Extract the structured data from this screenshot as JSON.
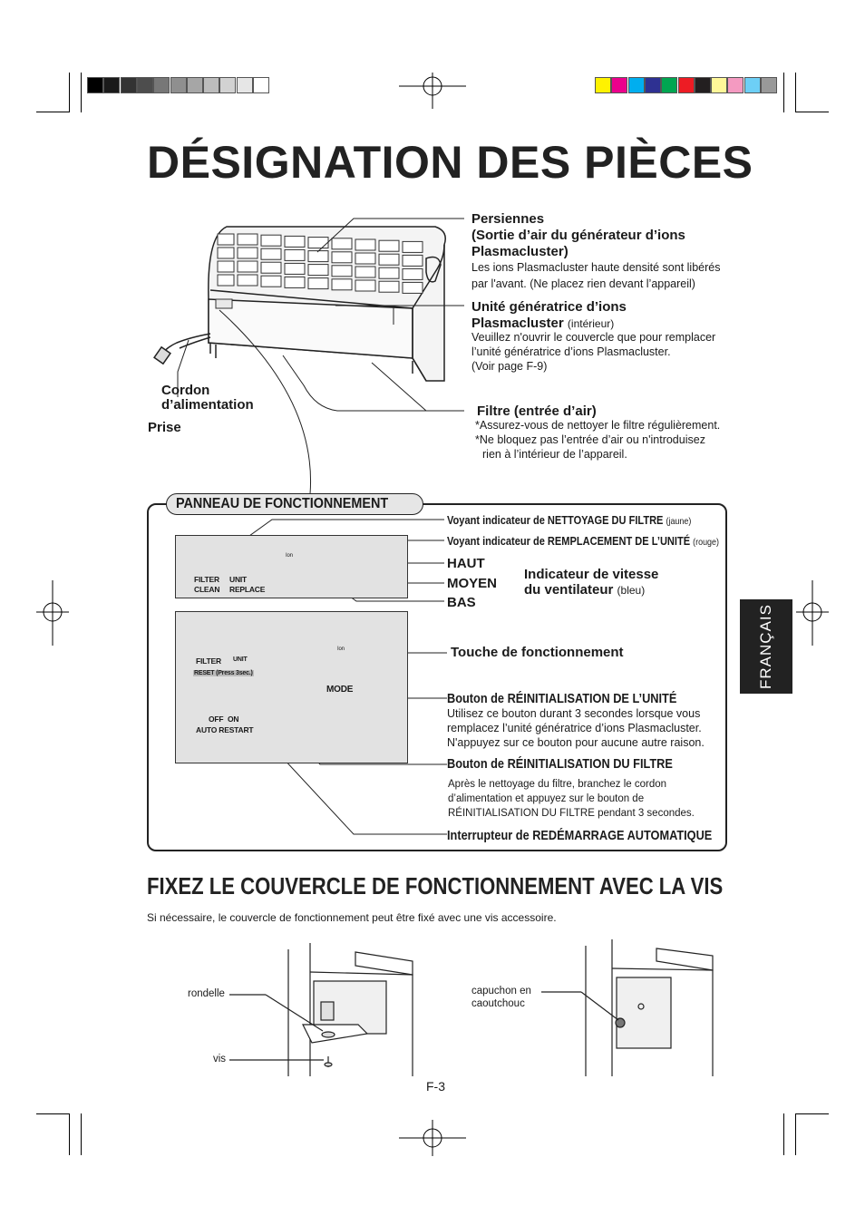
{
  "title": "DÉSIGNATION DES PIÈCES",
  "colors": {
    "gray_swatches": [
      "#000000",
      "#1a1a1a",
      "#333333",
      "#4d4d4d",
      "#777777",
      "#8f8f8f",
      "#a6a6a6",
      "#bcbcbc",
      "#d2d2d2",
      "#e6e6e6",
      "#ffffff"
    ],
    "color_swatches": [
      "#fff200",
      "#ec008c",
      "#00aeef",
      "#2e3192",
      "#00a651",
      "#ed1c24",
      "#231f20",
      "#fff799",
      "#f49ac1",
      "#6dcff6",
      "#999999"
    ]
  },
  "labels": {
    "persiennes": {
      "title1": "Persiennes",
      "title2": "(Sortie d’air du générateur d’ions",
      "title3": "Plasmacluster)",
      "desc1": "Les ions Plasmacluster haute densité sont libérés",
      "desc2": "par l'avant. (Ne placez rien devant l’appareil)"
    },
    "unite": {
      "title1": "Unité génératrice d’ions",
      "title2": "Plasmacluster",
      "note": "(intérieur)",
      "desc1": "Veuillez n'ouvrir le couvercle que pour remplacer",
      "desc2": "l’unité génératrice d’ions Plasmacluster.",
      "desc3": "(Voir page F-9)"
    },
    "cordon1": "Cordon",
    "cordon2": "d’alimentation",
    "prise": "Prise",
    "filtre": {
      "title": "Filtre (entrée d’air)",
      "note1": "Assurez-vous de nettoyer le filtre régulièrement.",
      "note2a": "Ne bloquez pas l’entrée d’air ou n'introduisez",
      "note2b": "rien à l’intérieur de l’appareil."
    }
  },
  "panel": {
    "header": "PANNEAU DE FONCTIONNEMENT",
    "voyant_nettoyage": "Voyant indicateur de NETTOYAGE DU FILTRE",
    "voyant_nettoyage_color": "(jaune)",
    "voyant_remplacement": "Voyant indicateur de REMPLACEMENT DE L’UNITÉ",
    "voyant_remplacement_color": "(rouge)",
    "haut": "HAUT",
    "moyen": "MOYEN",
    "bas": "BAS",
    "vitesse1": "Indicateur de vitesse",
    "vitesse2": "du ventilateur",
    "vitesse_color": "(bleu)",
    "touche": "Touche de fonctionnement",
    "reset_unite": {
      "title": "Bouton de RÉINITIALISATION DE L’UNITÉ",
      "desc1": "Utilisez ce bouton durant 3 secondes lorsque vous",
      "desc2": "remplacez l’unité génératrice d’ions Plasmacluster.",
      "desc3": "N'appuyez sur ce bouton pour aucune autre raison."
    },
    "reset_filtre": {
      "title": "Bouton de RÉINITIALISATION DU FILTRE",
      "desc1": "Après le nettoyage du filtre, branchez le cordon",
      "desc2": "d’alimentation et appuyez sur le bouton de",
      "desc3": "RÉINITIALISATION DU FILTRE  pendant 3 secondes."
    },
    "interrupteur": "Interrupteur de REDÉMARRAGE AUTOMATIQUE",
    "device": {
      "filter": "FILTER",
      "clean": "CLEAN",
      "unit": "UNIT",
      "replace": "REPLACE",
      "ion": "Ion",
      "reset": "RESET (Press 3sec.)",
      "mode": "MODE",
      "off": "OFF",
      "on": "ON",
      "auto_restart": "AUTO RESTART"
    }
  },
  "lang_tab": "FRANÇAIS",
  "subheading": "FIXEZ LE COUVERCLE DE FONCTIONNEMENT AVEC LA VIS",
  "subtext": "Si nécessaire, le couvercle de fonctionnement peut être fixé avec une vis accessoire.",
  "fig": {
    "rondelle": "rondelle",
    "vis": "vis",
    "capuchon1": "capuchon en",
    "capuchon2": "caoutchouc"
  },
  "page_number": "F-3"
}
